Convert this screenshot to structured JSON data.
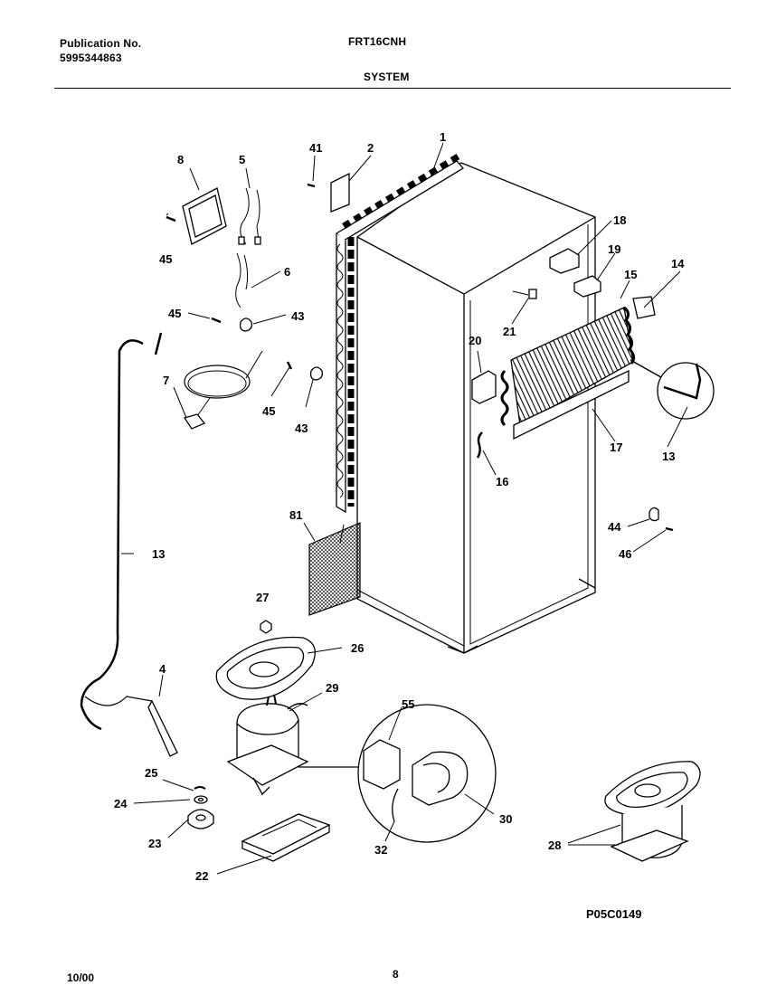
{
  "header": {
    "publication_label": "Publication No.",
    "publication_number": "5995344863",
    "model": "FRT16CNH",
    "section": "SYSTEM"
  },
  "diagram": {
    "reference_code": "P05C0149",
    "callouts": {
      "c1": "1",
      "c2": "2",
      "c41": "41",
      "c8": "8",
      "c5": "5",
      "c45a": "45",
      "c6": "6",
      "c45b": "45",
      "c43a": "43",
      "c7": "7",
      "c45c": "45",
      "c43b": "43",
      "c18": "18",
      "c19": "19",
      "c15": "15",
      "c14": "14",
      "c20": "20",
      "c21": "21",
      "c17": "17",
      "c13a": "13",
      "c16": "16",
      "c81": "81",
      "c13b": "13",
      "c44": "44",
      "c46": "46",
      "c27": "27",
      "c26": "26",
      "c29": "29",
      "c4": "4",
      "c55": "55",
      "c25": "25",
      "c24": "24",
      "c30": "30",
      "c23": "23",
      "c32": "32",
      "c28": "28",
      "c22": "22"
    }
  },
  "footer": {
    "date": "10/00",
    "page": "8"
  }
}
